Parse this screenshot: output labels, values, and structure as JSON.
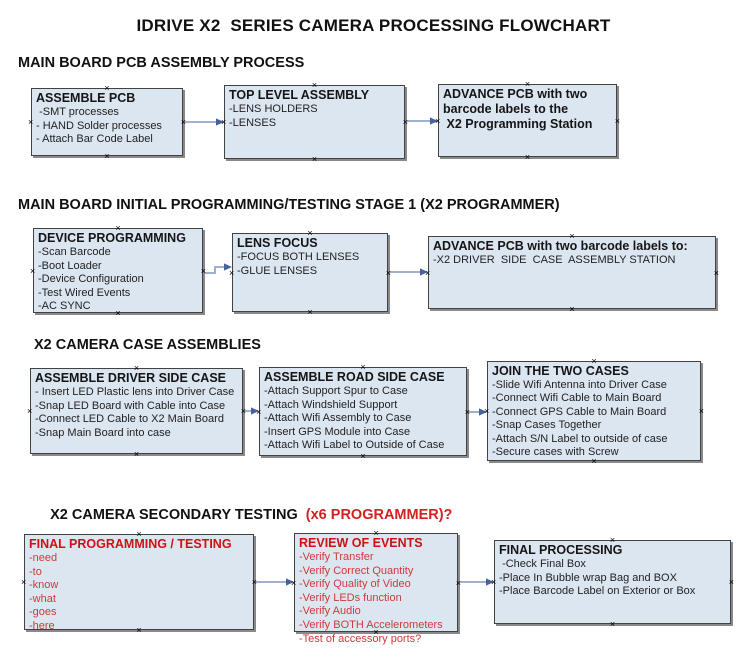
{
  "title": "IDRIVE X2  SERIES CAMERA PROCESSING FLOWCHART",
  "colors": {
    "box_fill": "#dce6f1",
    "box_border": "#424242",
    "box_shadow": "#8a8a8a",
    "arrow_line": "#93a7c8",
    "arrow_head": "#46619c",
    "red_text": "#cc1212"
  },
  "icons": {
    "connection_handle": "x-cross-handle"
  },
  "sections": [
    {
      "heading": "MAIN BOARD PCB ASSEMBLY PROCESS",
      "boxes": [
        {
          "title": "ASSEMBLE PCB",
          "items": [
            " -SMT processes",
            "- HAND Solder processes",
            "- Attach Bar Code Label"
          ]
        },
        {
          "title": "TOP LEVEL ASSEMBLY",
          "items": [
            "-LENS HOLDERS",
            "-LENSES"
          ]
        },
        {
          "title": "ADVANCE PCB with two\nbarcode labels to the\n X2 Programming Station",
          "items": []
        }
      ]
    },
    {
      "heading": "MAIN BOARD INITIAL PROGRAMMING/TESTING STAGE 1 (X2 PROGRAMMER)",
      "boxes": [
        {
          "title": "DEVICE PROGRAMMING",
          "items": [
            "-Scan Barcode",
            "-Boot Loader",
            "-Device Configuration",
            "-Test Wired Events",
            "-AC SYNC"
          ]
        },
        {
          "title": "LENS FOCUS",
          "items": [
            "-FOCUS BOTH LENSES",
            "-GLUE LENSES"
          ]
        },
        {
          "title": "ADVANCE PCB with two barcode labels to:",
          "items": [
            "-X2 DRIVER  SIDE  CASE  ASSEMBLY STATION"
          ]
        }
      ]
    },
    {
      "heading": "X2 CAMERA CASE ASSEMBLIES",
      "boxes": [
        {
          "title": "ASSEMBLE DRIVER SIDE CASE",
          "items": [
            "- Insert LED Plastic lens into Driver Case",
            "-Snap LED Board with Cable into Case",
            "-Connect LED Cable to X2 Main Board",
            "-Snap Main Board into case"
          ]
        },
        {
          "title": "ASSEMBLE ROAD SIDE CASE",
          "items": [
            "-Attach Support Spur to Case",
            "-Attach Windshield Support",
            "-Attach Wifi Assembly to Case",
            "-Insert GPS Module into Case",
            "-Attach Wifi Label to Outside of Case"
          ]
        },
        {
          "title": "JOIN THE TWO CASES",
          "items": [
            "-Slide Wifi Antenna into Driver Case",
            "-Connect Wifi Cable to Main Board",
            "-Connect GPS Cable to Main Board",
            "-Snap Cases Together",
            "-Attach S/N Label to outside of case",
            "-Secure cases with Screw"
          ]
        }
      ]
    },
    {
      "heading": "X2 CAMERA SECONDARY TESTING ",
      "heading_red": " (x6 PROGRAMMER)?",
      "boxes": [
        {
          "title": "FINAL PROGRAMMING / TESTING",
          "items": [
            "-need",
            "-to",
            "-know",
            "-what",
            "-goes",
            "-here"
          ]
        },
        {
          "title": "REVIEW OF EVENTS",
          "items": [
            "-Verify Transfer",
            "-Verify Correct Quantity",
            "-Verify Quality of Video",
            "-Verify LEDs function",
            "-Verify Audio",
            "-Verify BOTH Accelerometers",
            "-Test of accessory ports?"
          ]
        },
        {
          "title": "FINAL PROCESSING",
          "items": [
            " -Check Final Box",
            "-Place In Bubble wrap Bag and BOX",
            "-Place Barcode Label on Exterior or Box"
          ]
        }
      ]
    }
  ]
}
